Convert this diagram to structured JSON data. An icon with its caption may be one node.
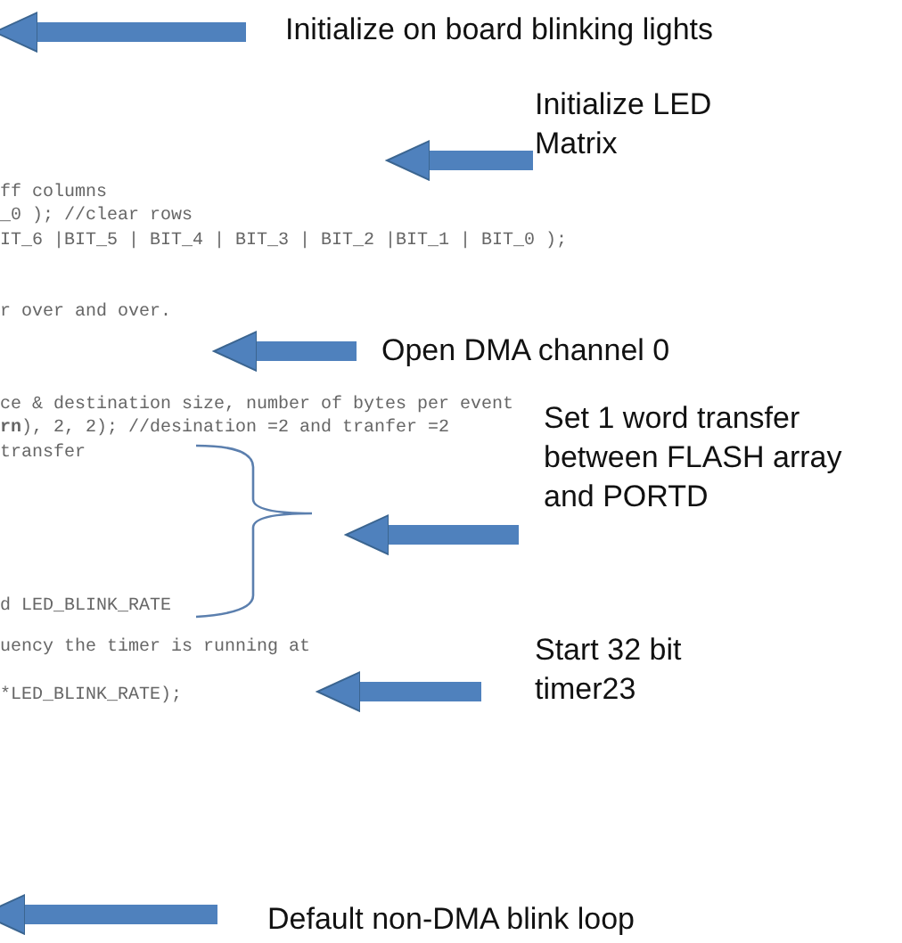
{
  "diagram": {
    "nodes": [
      {
        "text": [
          "Initialize on board blinking lights"
        ]
      },
      {
        "text": [
          "Initialize LED Matrix"
        ]
      },
      {
        "text": [
          "Open DMA channel 0"
        ]
      },
      {
        "text": [
          "Set 1 word transfer between FLASH array and PORTD"
        ]
      },
      {
        "text": [
          "Start 32 bit timer23"
        ]
      },
      {
        "text": [
          "Default non-DMA blink loop"
        ]
      }
    ],
    "edges": [
      {
        "from": 0,
        "to": null,
        "arrow": "to"
      },
      {
        "from": 1,
        "to": null,
        "arrow": "to"
      },
      {
        "from": 2,
        "to": null,
        "arrow": "to"
      },
      {
        "from": 3,
        "to": null,
        "arrow": "to"
      },
      {
        "from": 4,
        "to": null,
        "arrow": "to"
      },
      {
        "from": 5,
        "to": null,
        "arrow": "to"
      }
    ],
    "labels": [
      "ff columns",
      "_0 ); //clear rows",
      "IT_6 |BIT_5 | BIT_4 | BIT_3 | BIT_2 |BIT_1 | BIT_0 );",
      "r over and over.",
      "ce & destination size, number of bytes per event",
      "**rn**), 2, 2); //desination =2 and tranfer =2",
      "transfer",
      "d LED_BLINK_RATE",
      "uency the timer is running at",
      "*LED_BLINK_RATE);"
    ]
  }
}
